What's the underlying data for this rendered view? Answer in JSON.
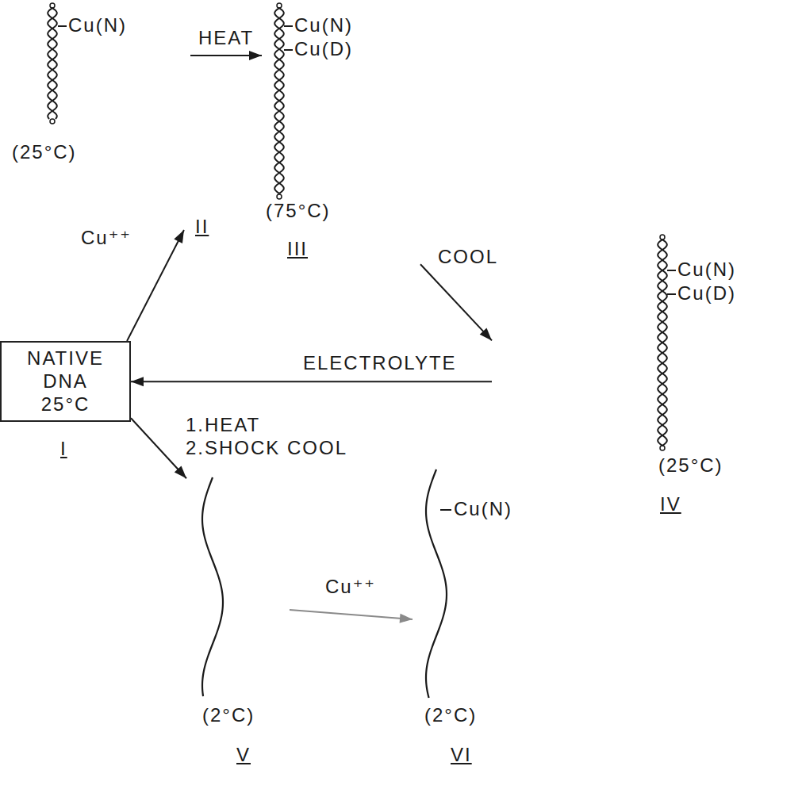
{
  "diagram": {
    "nodes": [
      {
        "text": [
          "Cu(N)",
          "(25°C)"
        ]
      },
      {
        "text": [
          "Cu(N)",
          "Cu(D)",
          "(75°C)"
        ]
      },
      {
        "text": [
          "NATIVE DNA 25°C"
        ]
      },
      {
        "text": [
          "Cu(N)",
          "Cu(D)",
          "(25°C)"
        ]
      },
      {
        "text": [
          "(2°C)"
        ]
      },
      {
        "text": [
          "Cu(N)",
          "(2°C)"
        ]
      }
    ],
    "edges": [
      {
        "from": 2,
        "to": 0,
        "arrow": "to",
        "label": "Cu⁺⁺"
      },
      {
        "from": 0,
        "to": 1,
        "arrow": "to",
        "label": "HEAT"
      },
      {
        "from": 1,
        "to": 3,
        "arrow": "to",
        "label": "COOL"
      },
      {
        "from": 3,
        "to": 2,
        "arrow": "to",
        "label": "ELECTROLYTE"
      },
      {
        "from": 2,
        "to": 4,
        "arrow": "to",
        "label": "1.HEAT 2.SHOCK COOL"
      },
      {
        "from": 4,
        "to": 5,
        "arrow": "to",
        "label": "Cu⁺⁺"
      }
    ],
    "labels": [
      "II",
      "III",
      "I",
      "IV",
      "V",
      "VI"
    ]
  }
}
